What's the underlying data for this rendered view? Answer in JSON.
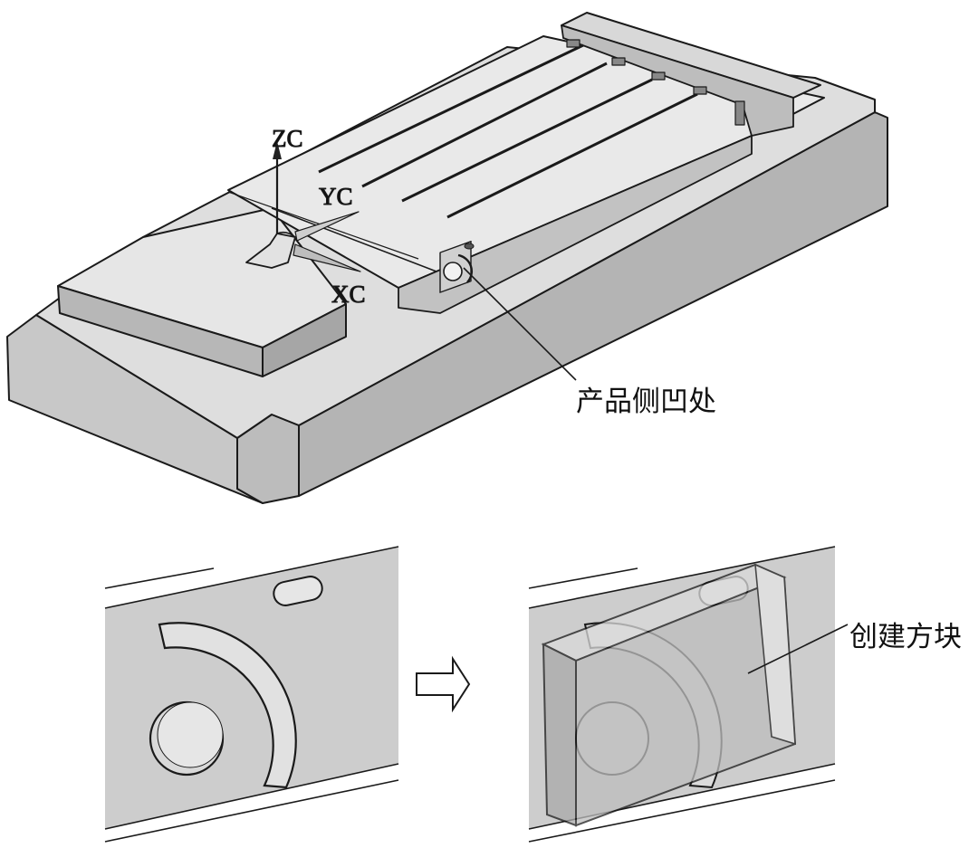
{
  "axes": {
    "z_label": "ZC",
    "y_label": "YC",
    "x_label": "XC"
  },
  "callouts": {
    "undercut_label": "产品侧凹处",
    "block_label": "创建方块"
  },
  "colors": {
    "body_light": "#e4e4e4",
    "body_mid": "#cfcfcf",
    "body_dark": "#a9a9a9",
    "line": "#1a1a1a",
    "transparent_block": "#c9c9c9"
  }
}
